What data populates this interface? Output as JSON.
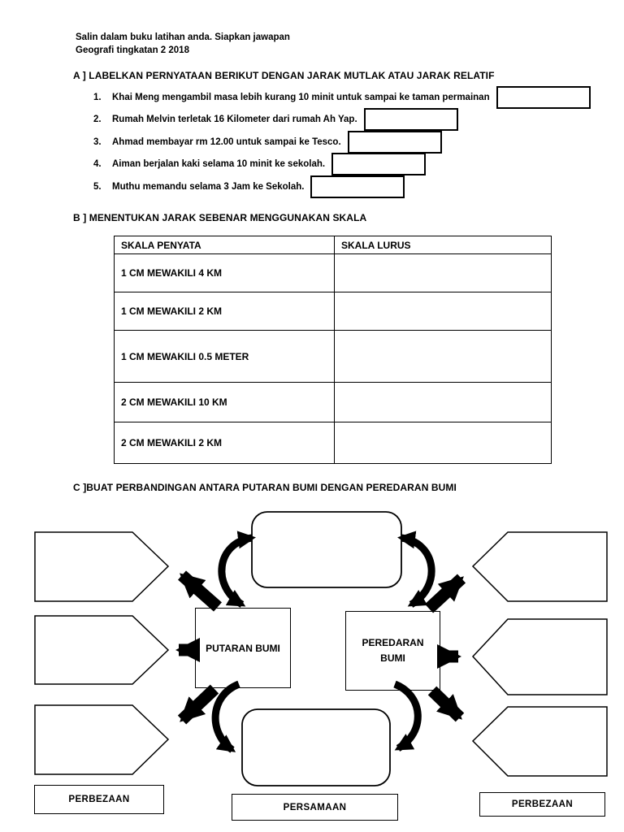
{
  "header": {
    "line1": "Salin dalam buku latihan anda. Siapkan jawapan",
    "line2": "Geografi tingkatan 2 2018"
  },
  "section_a": {
    "title_prefix": "A ] LABELKAN PERNYATAAN BERIKUT DENGAN ",
    "title_emphasis": "JARAK MUTLAK ATAU JARAK RELATIF",
    "items": [
      {
        "num": "1.",
        "text": "Khai Meng mengambil masa lebih kurang 10 minit untuk sampai ke taman permainan",
        "answer": ""
      },
      {
        "num": "2.",
        "text": "Rumah Melvin terletak 16 Kilometer dari rumah Ah Yap.",
        "answer": ""
      },
      {
        "num": "3.",
        "text": "Ahmad membayar rm 12.00 untuk sampai ke Tesco.",
        "answer": ""
      },
      {
        "num": "4.",
        "text": "Aiman berjalan kaki selama 10 minit ke sekolah.",
        "answer": ""
      },
      {
        "num": "5.",
        "text": "Muthu memandu selama 3 Jam ke Sekolah.",
        "answer": ""
      }
    ]
  },
  "section_b": {
    "title": "B ] MENENTUKAN JARAK SEBENAR MENGGUNAKAN SKALA",
    "table": {
      "headers": [
        "SKALA PENYATA",
        "SKALA LURUS"
      ],
      "rows": [
        {
          "skala_penyata": "1 CM MEWAKILI 4 KM",
          "skala_lurus": ""
        },
        {
          "skala_penyata": "1 CM MEWAKILI 2 KM",
          "skala_lurus": ""
        },
        {
          "skala_penyata": "1 CM MEWAKILI 0.5 METER",
          "skala_lurus": ""
        },
        {
          "skala_penyata": "2 CM MEWAKILI 10 KM",
          "skala_lurus": ""
        },
        {
          "skala_penyata": "2 CM MEWAKILI 2 KM",
          "skala_lurus": ""
        }
      ]
    }
  },
  "section_c": {
    "title": "C ]BUAT PERBANDINGAN ANTARA PUTARAN BUMI DENGAN PEREDARAN BUMI",
    "diagram": {
      "left_box": "PUTARAN BUMI",
      "right_box": "PEREDARAN BUMI",
      "label_left": "PERBEZAAN",
      "label_center": "PERSAMAAN",
      "label_right": "PERBEZAAN"
    }
  },
  "colors": {
    "ink": "#000000",
    "paper": "#ffffff"
  }
}
